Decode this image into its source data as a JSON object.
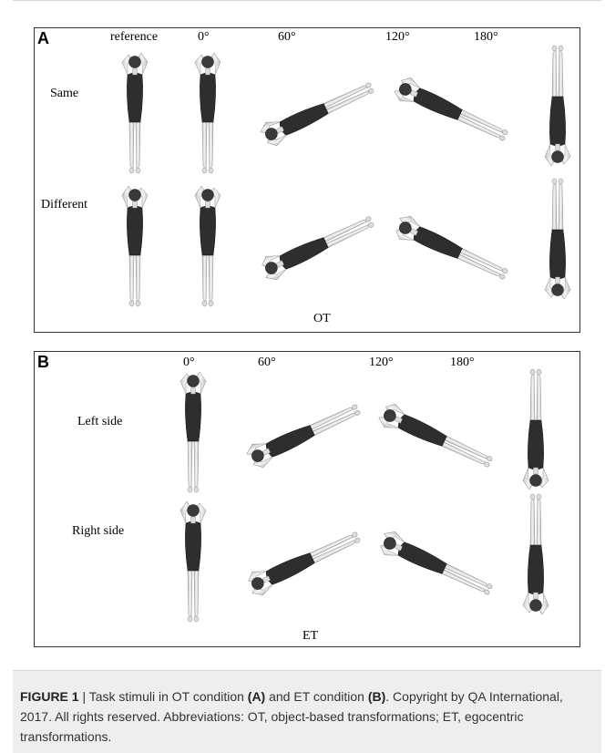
{
  "panel_a": {
    "letter": "A",
    "columns": [
      "reference",
      "0°",
      "60°",
      "120°",
      "180°"
    ],
    "rows": [
      "Same",
      "Different"
    ],
    "condition": "OT"
  },
  "panel_b": {
    "letter": "B",
    "columns": [
      "0°",
      "60°",
      "120°",
      "180°"
    ],
    "rows": [
      "Left side",
      "Right side"
    ],
    "condition": "ET"
  },
  "caption": {
    "figure_label": "FIGURE 1",
    "separator": " | ",
    "part1": "Task stimuli in OT condition ",
    "ref_a": "(A)",
    "part2": " and ET condition ",
    "ref_b": "(B)",
    "part3": ". Copyright by QA International, 2017. All rights reserved. Abbreviations: OT, object-based transformations; ET, egocentric transformations."
  },
  "icons": {
    "figure_icon": "swimsuit-figure-icon"
  }
}
